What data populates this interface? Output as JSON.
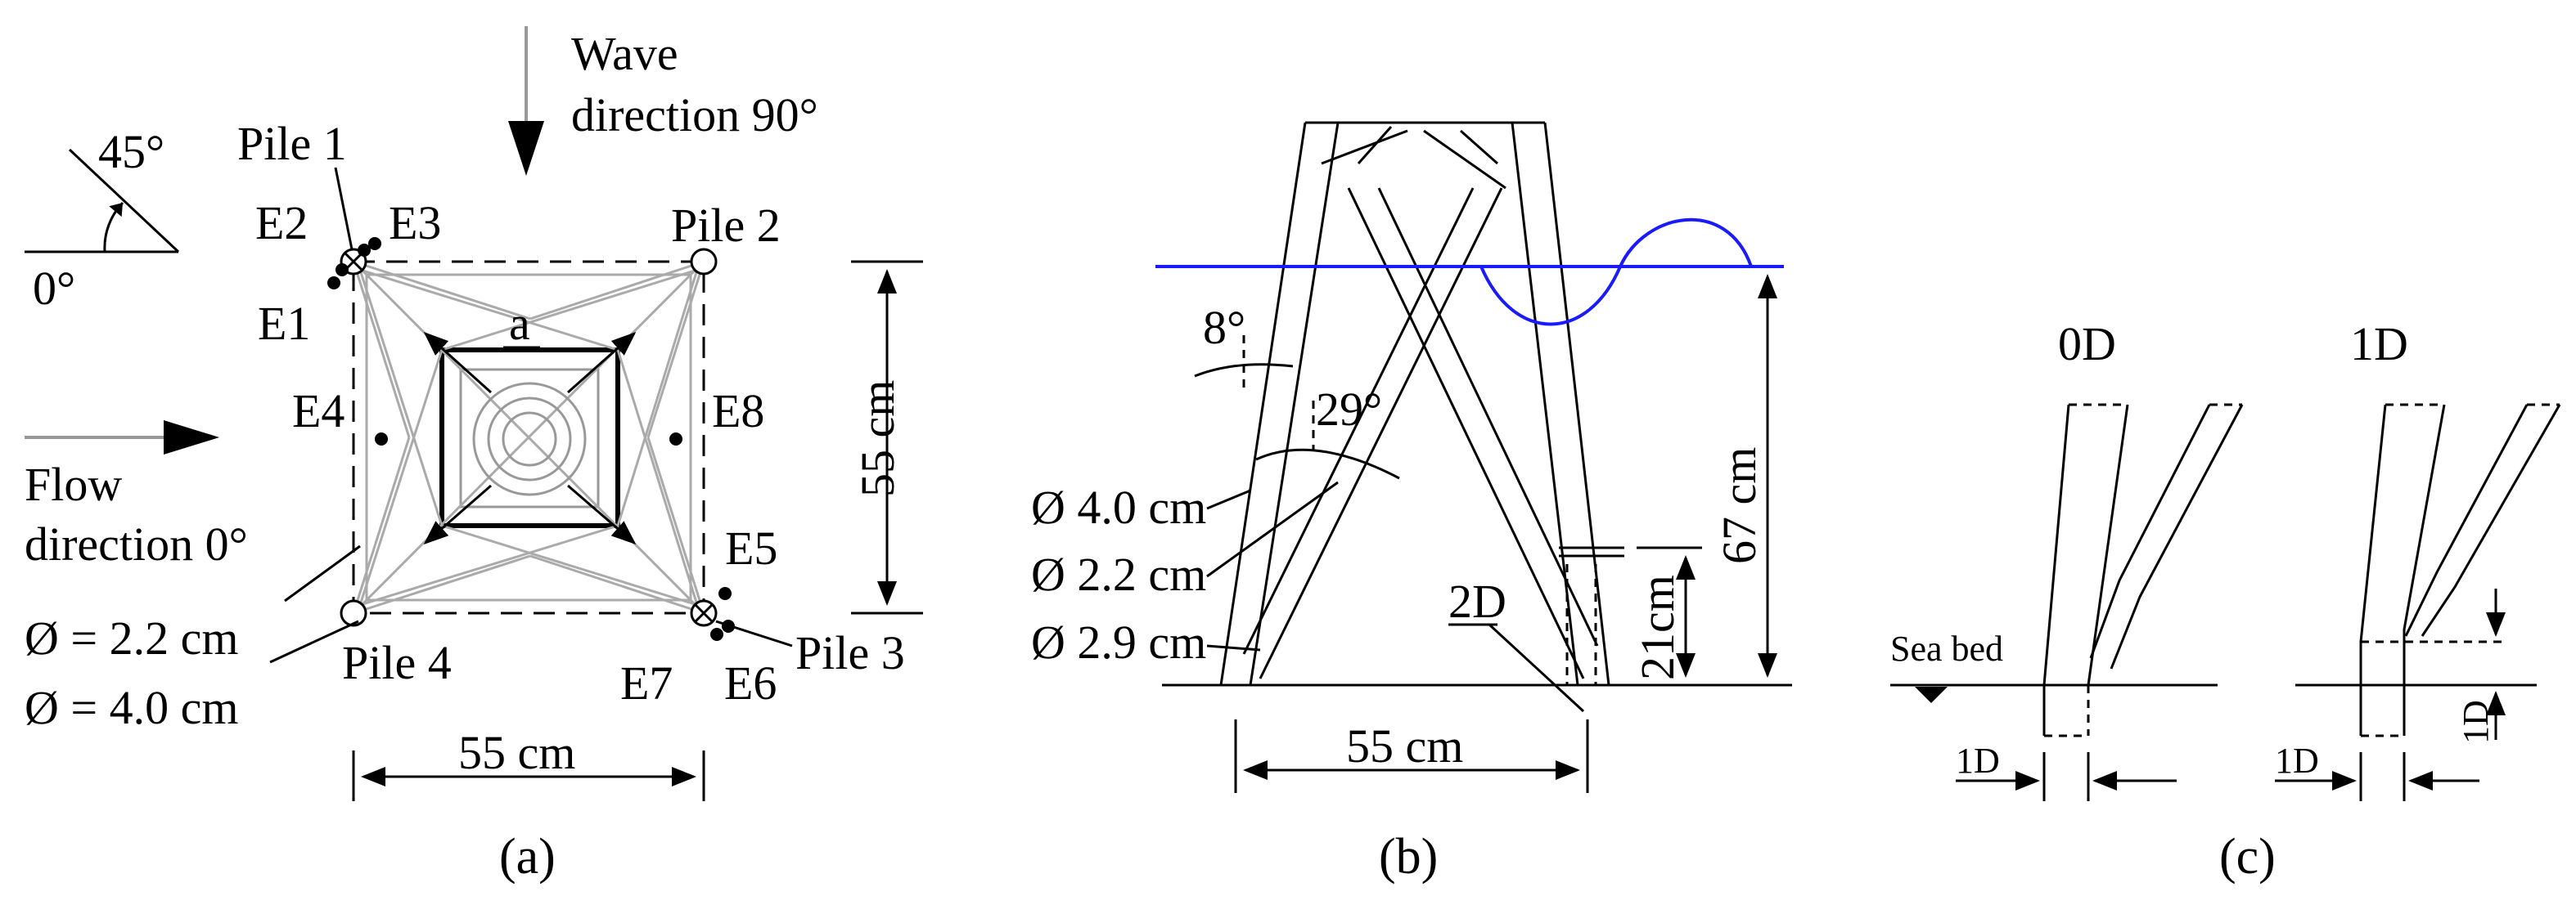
{
  "panel_a": {
    "angle_45": "45°",
    "angle_0": "0°",
    "wave_direction_1": "Wave",
    "wave_direction_2": "direction 90°",
    "flow_direction_1": "Flow",
    "flow_direction_2": "direction 0°",
    "pile1": "Pile 1",
    "pile2": "Pile 2",
    "pile3": "Pile 3",
    "pile4": "Pile 4",
    "e1": "E1",
    "e2": "E2",
    "e3": "E3",
    "e4": "E4",
    "e5": "E5",
    "e6": "E6",
    "e7": "E7",
    "e8": "E8",
    "a_label": "a",
    "dim_vertical": "55 cm",
    "dim_horizontal": "55 cm",
    "diameter_small": "Ø = 2.2 cm",
    "diameter_large": "Ø = 4.0 cm",
    "caption": "(a)"
  },
  "panel_b": {
    "angle_8": "8°",
    "angle_29": "29°",
    "dia_40": "Ø 4.0 cm",
    "dia_22": "Ø 2.2 cm",
    "dia_29": "Ø 2.9 cm",
    "label_2d": "2D",
    "dim_21": "21cm",
    "dim_67": "67 cm",
    "dim_55": "55 cm",
    "caption": "(b)",
    "wave_color": "#1a1aff"
  },
  "panel_c": {
    "label_0d": "0D",
    "label_1d": "1D",
    "sea_bed": "Sea bed",
    "dim_1d_a": "1D",
    "dim_1d_b": "1D",
    "dim_1d_c": "1D",
    "caption": "(c)"
  }
}
